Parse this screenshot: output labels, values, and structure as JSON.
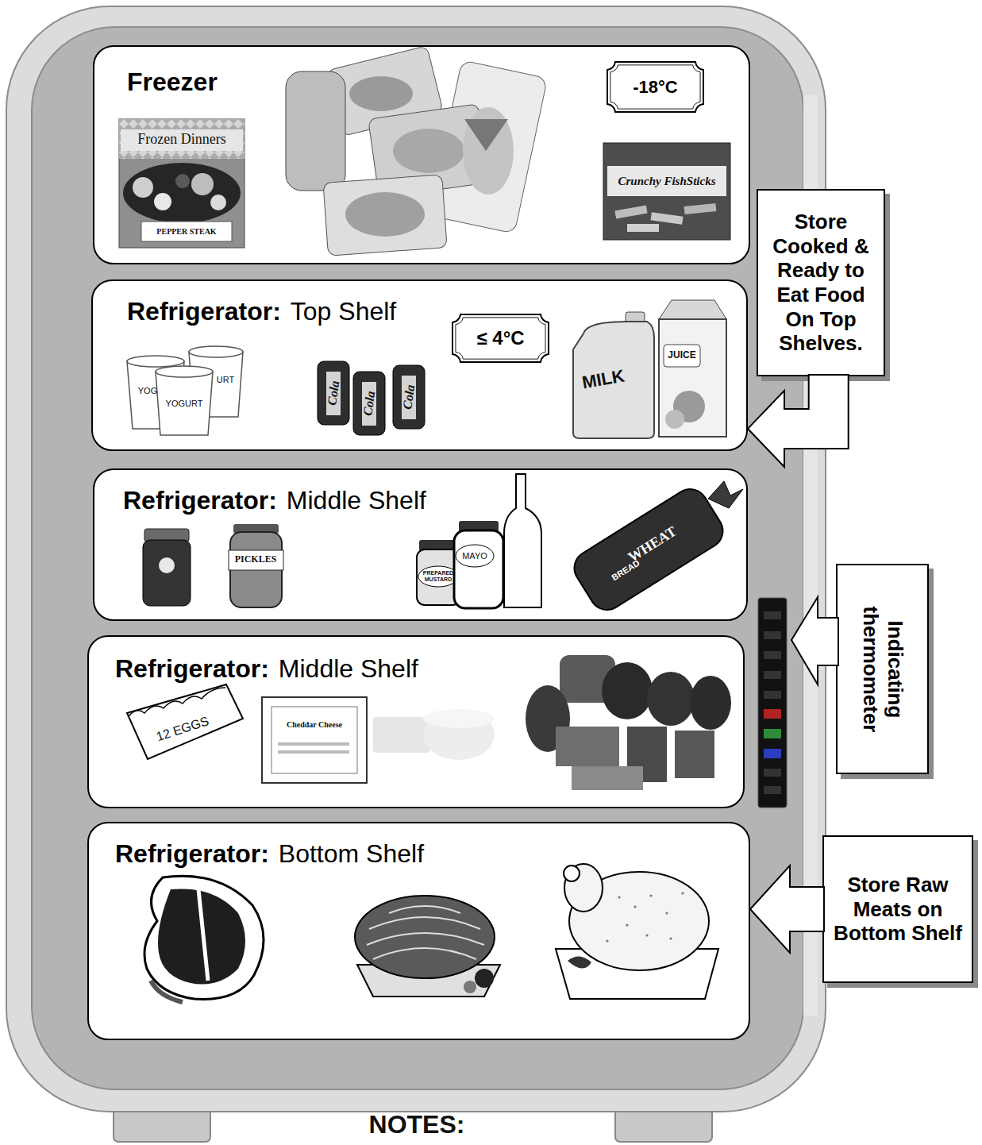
{
  "diagram": {
    "nodes": [
      {
        "text": [
          "Freezer"
        ]
      },
      {
        "text": [
          "-18°C"
        ],
        "in": 0
      },
      {
        "text": [
          "Refrigerator:",
          "Top Shelf"
        ]
      },
      {
        "text": [
          "≤ 4°C"
        ],
        "in": 2
      },
      {
        "text": [
          "Store Cooked & Ready to Eat Food On Top Shelves."
        ]
      },
      {
        "text": [
          "Refrigerator:",
          "Middle Shelf"
        ]
      },
      {
        "text": [
          "Refrigerator:",
          "Middle Shelf"
        ]
      },
      {
        "text": [
          "Indicating thermometer"
        ]
      },
      {
        "text": [
          "Refrigerator:",
          "Bottom Shelf"
        ]
      },
      {
        "text": [
          "Store Raw Meats on Bottom Shelf"
        ]
      }
    ],
    "edges": [
      {
        "from": 4,
        "to": 2,
        "arrow": "to"
      },
      {
        "from": 9,
        "to": 8,
        "arrow": "to"
      }
    ],
    "labels": [
      "Frozen Dinners",
      "PEPPER STEAK",
      "Crunchy FishSticks",
      "YOG",
      "YOGURT",
      "URT",
      "Cola",
      "Cola",
      "Cola",
      "MILK",
      "JUICE",
      "PICKLES",
      "PREPARED MUSTARD",
      "MAYO",
      "WHEAT",
      "BREAD",
      "12 EGGS",
      "Cheddar Cheese",
      "NOTES:"
    ]
  }
}
